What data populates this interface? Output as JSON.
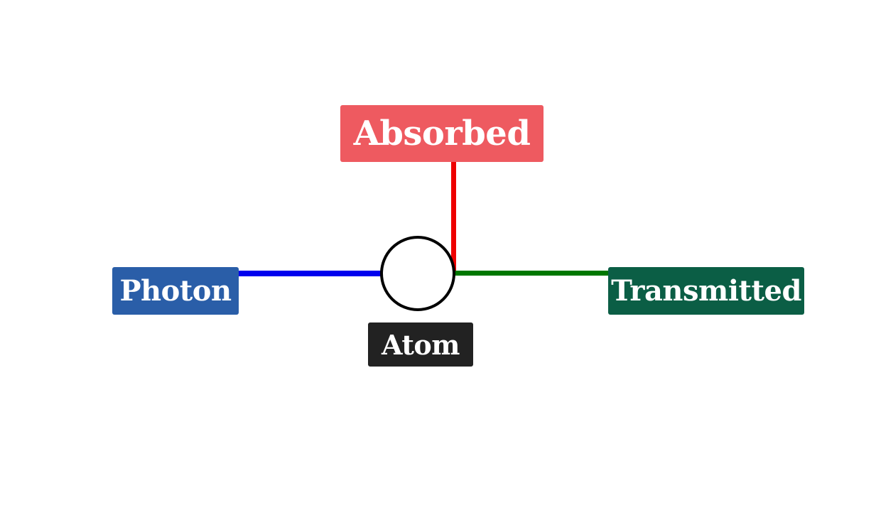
{
  "diagram": {
    "nodes": {
      "absorbed": {
        "label": "Absorbed",
        "color": "#ee5a60"
      },
      "photon": {
        "label": "Photon",
        "color": "#2a5ea8"
      },
      "transmitted": {
        "label": "Transmitted",
        "color": "#0b5e45"
      },
      "atom": {
        "label": "Atom",
        "color": "#222222"
      }
    },
    "edges": [
      {
        "from": "photon",
        "to": "atom",
        "color": "#0000ee"
      },
      {
        "from": "atom",
        "to": "absorbed",
        "color": "#ee0000"
      },
      {
        "from": "atom",
        "to": "transmitted",
        "color": "#007700"
      }
    ],
    "atom_circle": {
      "stroke_color": "#000000",
      "fill_color": "#ffffff"
    }
  }
}
